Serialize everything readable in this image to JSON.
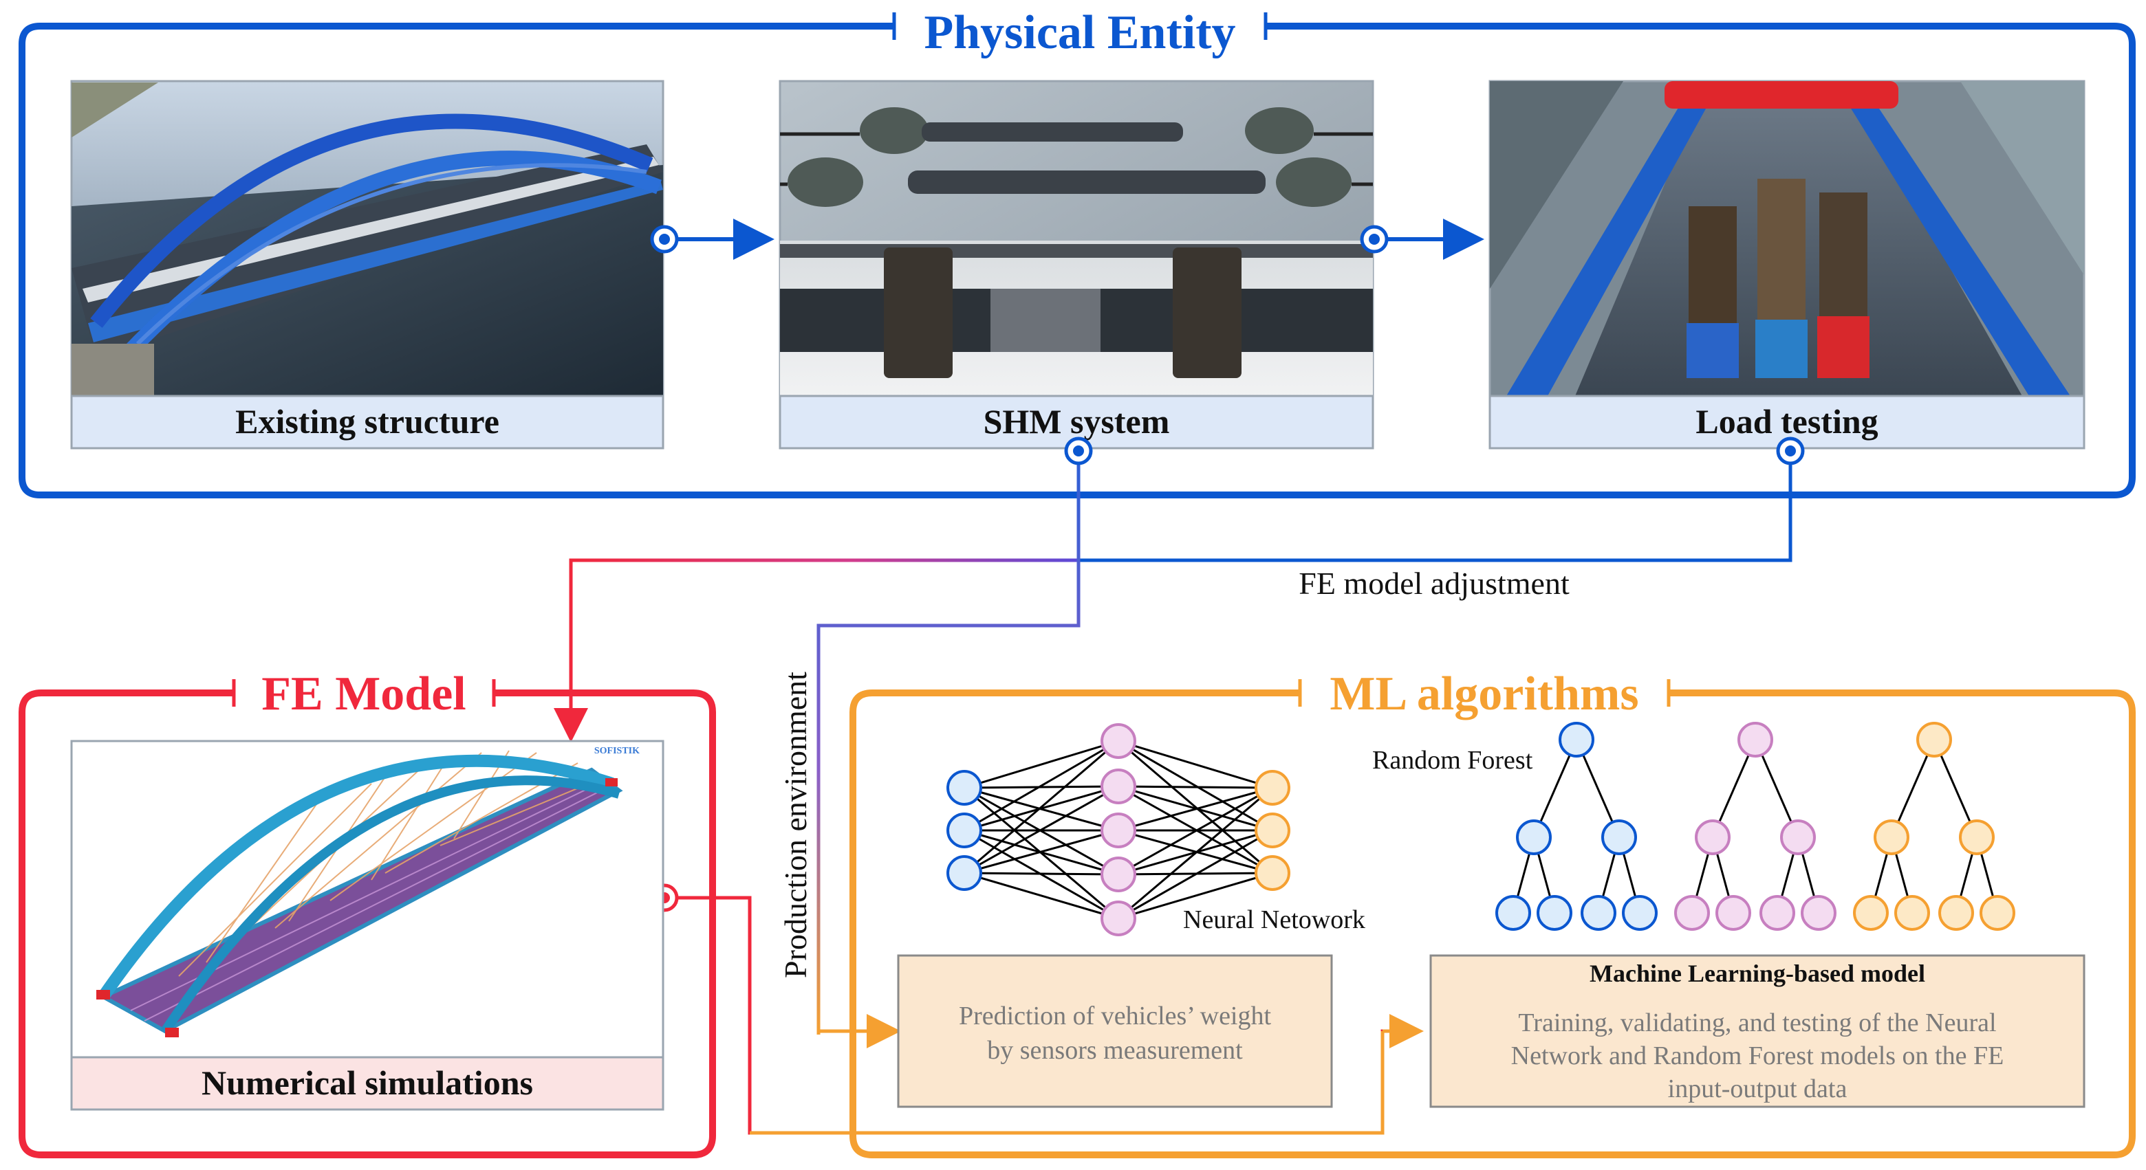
{
  "groups": {
    "physical_entity": {
      "title": "Physical Entity"
    },
    "fe_model": {
      "title": "FE Model"
    },
    "ml_algorithms": {
      "title": "ML algorithms"
    }
  },
  "panels": {
    "existing_structure": {
      "caption": "Existing structure"
    },
    "shm_system": {
      "caption": "SHM system"
    },
    "load_testing": {
      "caption": "Load testing"
    },
    "numerical_simulations": {
      "caption": "Numerical simulations",
      "software_badge": "SOFISTIK"
    }
  },
  "flows": {
    "fe_model_adjustment": "FE model adjustment",
    "production_environment": "Production environment"
  },
  "ml": {
    "neural_network_label": "Neural Netowork",
    "random_forest_label": "Random Forest",
    "prediction_box": {
      "lines": [
        "Prediction of vehicles’ weight",
        "by sensors measurement"
      ]
    },
    "ml_model_box": {
      "title": "Machine Learning-based model",
      "lines": [
        "Training, validating, and testing of the Neural",
        "Network and Random Forest models on the FE",
        "input-output data"
      ]
    }
  },
  "colors": {
    "physical_blue": "#0b57d0",
    "fe_red": "#f0283c",
    "ml_orange": "#f5a031",
    "caption_fill_blue": "#dde8f8",
    "caption_fill_red": "#fbe3e3",
    "ml_box_fill": "#fbe7cf",
    "nn_blue_node": "#dcecfb",
    "nn_pink_node": "#f4dcf1",
    "nn_orange_node": "#fde9c6"
  }
}
